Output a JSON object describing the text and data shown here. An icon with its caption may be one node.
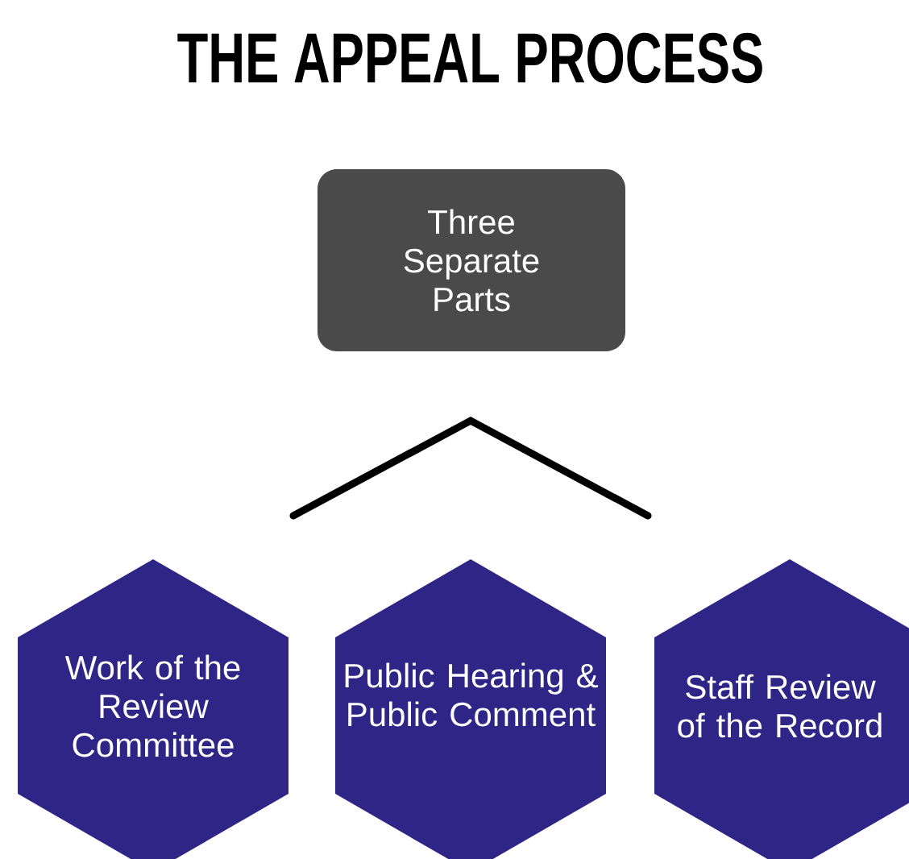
{
  "diagram": {
    "title": "THE APPEAL PROCESS",
    "nodes": [
      {
        "text": [
          "Three Separate Parts"
        ]
      },
      {
        "text": [
          "Work of the Review Committee"
        ]
      },
      {
        "text": [
          "Public Hearing & Public Comment"
        ]
      },
      {
        "text": [
          "Staff Review of the Record"
        ]
      }
    ]
  }
}
